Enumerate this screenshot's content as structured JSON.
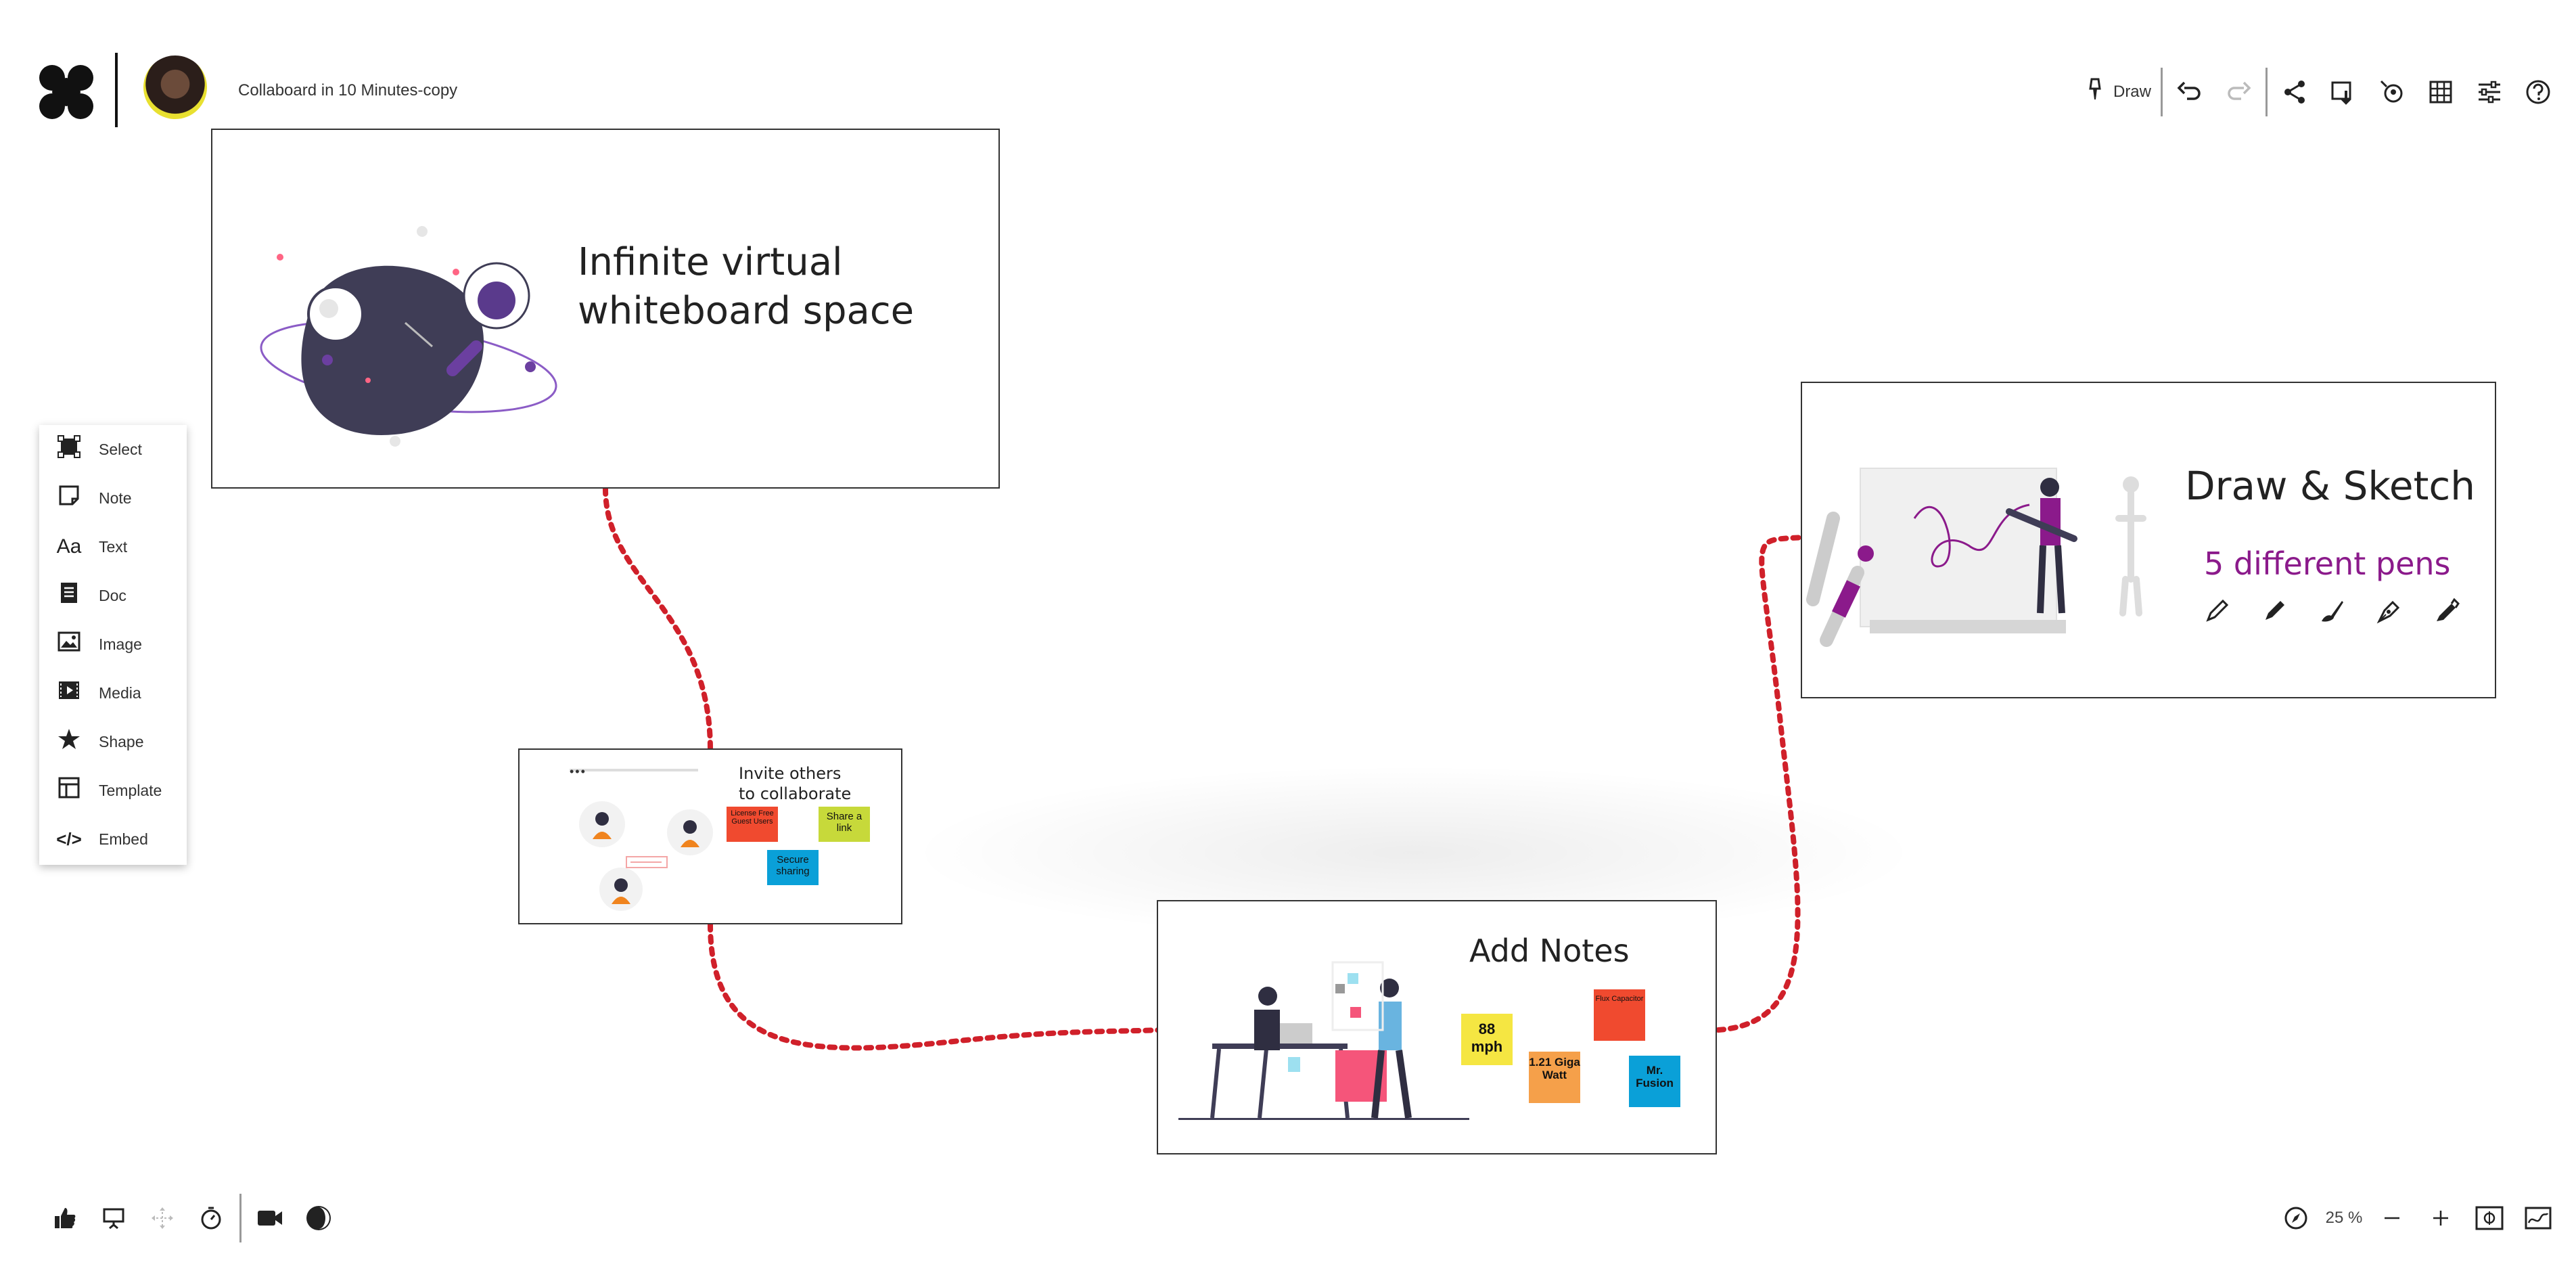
{
  "app": {
    "board_title": "Collaboard in 10 Minutes-copy"
  },
  "toolbar": {
    "draw_label": "Draw",
    "icons": [
      "draw-icon",
      "undo-icon",
      "redo-icon",
      "share-icon",
      "export-icon",
      "record-icon",
      "grid-icon",
      "settings-icon",
      "help-icon"
    ]
  },
  "palette": {
    "items": [
      {
        "label": "Select",
        "icon": "select-icon"
      },
      {
        "label": "Note",
        "icon": "note-icon"
      },
      {
        "label": "Text",
        "icon": "text-icon",
        "glyph": "Aa"
      },
      {
        "label": "Doc",
        "icon": "doc-icon"
      },
      {
        "label": "Image",
        "icon": "image-icon"
      },
      {
        "label": "Media",
        "icon": "media-icon"
      },
      {
        "label": "Shape",
        "icon": "shape-icon"
      },
      {
        "label": "Template",
        "icon": "template-icon"
      },
      {
        "label": "Embed",
        "icon": "embed-icon",
        "glyph": "</>"
      }
    ]
  },
  "cards": {
    "infinite": {
      "title_line1": "Infinite virtual",
      "title_line2": "whiteboard space"
    },
    "invite": {
      "title_line1": "Invite others",
      "title_line2": "to collaborate",
      "note_license": "License Free Guest Users",
      "note_share": "Share a link",
      "note_secure": "Secure sharing"
    },
    "notes": {
      "title": "Add Notes",
      "note_mph": "88 mph",
      "note_flux": "Flux Capacitor",
      "note_giga": "1.21 Giga Watt",
      "note_fusion": "Mr. Fusion"
    },
    "draw": {
      "title": "Draw & Sketch",
      "subtitle": "5 different pens"
    }
  },
  "colors": {
    "connector": "#d0202a",
    "planet": "#3f3d56",
    "accent_purple": "#8b1a8b",
    "note_red": "#f04a2f",
    "note_lime": "#c7d93a",
    "note_blue": "#0aa0d8",
    "note_yellow": "#f5e642",
    "note_orange": "#f5a04a"
  },
  "bottom": {
    "left_icons": [
      "thumbs-up-icon",
      "presentation-icon",
      "move-icon",
      "timer-icon",
      "video-icon",
      "theme-icon"
    ],
    "zoom": "25 %"
  }
}
